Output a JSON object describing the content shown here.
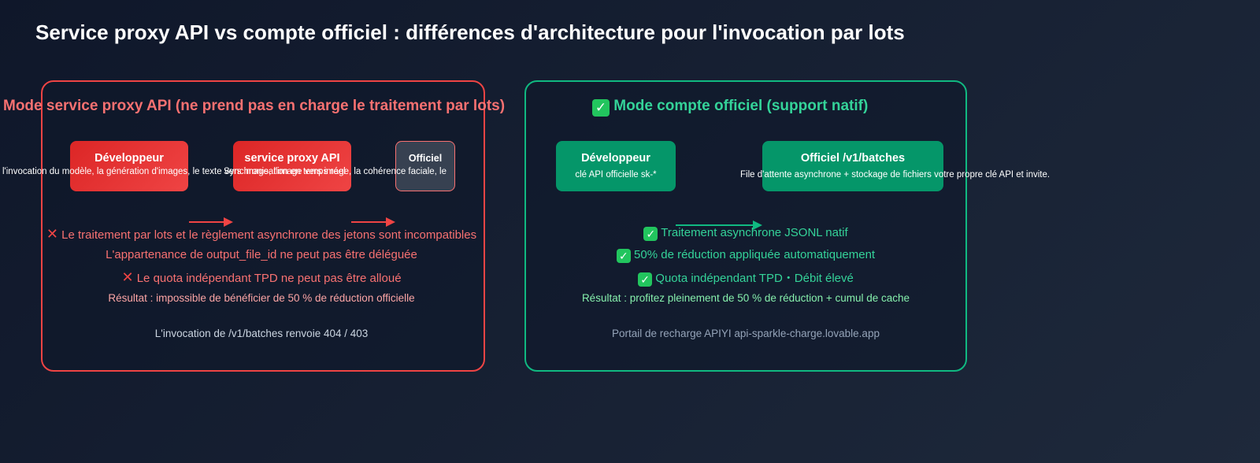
{
  "title": "Service proxy API vs compte officiel : différences d'architecture pour l'invocation par lots",
  "left": {
    "heading": "Mode service proxy API (ne prend pas en charge le traitement par lots)",
    "nodes": [
      {
        "label": "Développeur",
        "sub": "l'invocation du modèle, la génération d'images, le texte vers image, l'image vers image, la cohérence faciale, le"
      },
      {
        "label": "service proxy API",
        "sub": "Synchronisation en temps réel"
      },
      {
        "label": "Officiel",
        "sub": ""
      }
    ],
    "lines": [
      "Le traitement par lots et le règlement asynchrone des jetons sont incompatibles",
      "L'appartenance de output_file_id ne peut pas être déléguée",
      "Le quota indépendant TPD ne peut pas être alloué"
    ],
    "result": "Résultat : impossible de bénéficier de 50 % de réduction officielle",
    "footer": "L'invocation de /v1/batches renvoie 404 / 403"
  },
  "right": {
    "heading": "Mode compte officiel (support natif)",
    "nodes": [
      {
        "label": "Développeur",
        "sub": "clé API officielle sk-*"
      },
      {
        "label": "Officiel /v1/batches",
        "sub": "File d'attente asynchrone + stockage de fichiers  votre propre clé API et invite."
      }
    ],
    "lines": [
      "Traitement asynchrone JSONL natif",
      "50% de réduction appliquée automatiquement",
      "Quota indépendant TPD・Débit élevé"
    ],
    "result": "Résultat : profitez pleinement de 50 % de réduction + cumul de cache",
    "footer": "Portail de recharge APIYI api-sparkle-charge.lovable.app"
  },
  "icons": {
    "fail": "cross-mark-icon",
    "ok": "check-mark-icon"
  },
  "colors": {
    "background": "#0f172a",
    "left_accent": "#ef4444",
    "right_accent": "#10b981",
    "left_text": "#f87171",
    "right_text": "#34d399"
  }
}
